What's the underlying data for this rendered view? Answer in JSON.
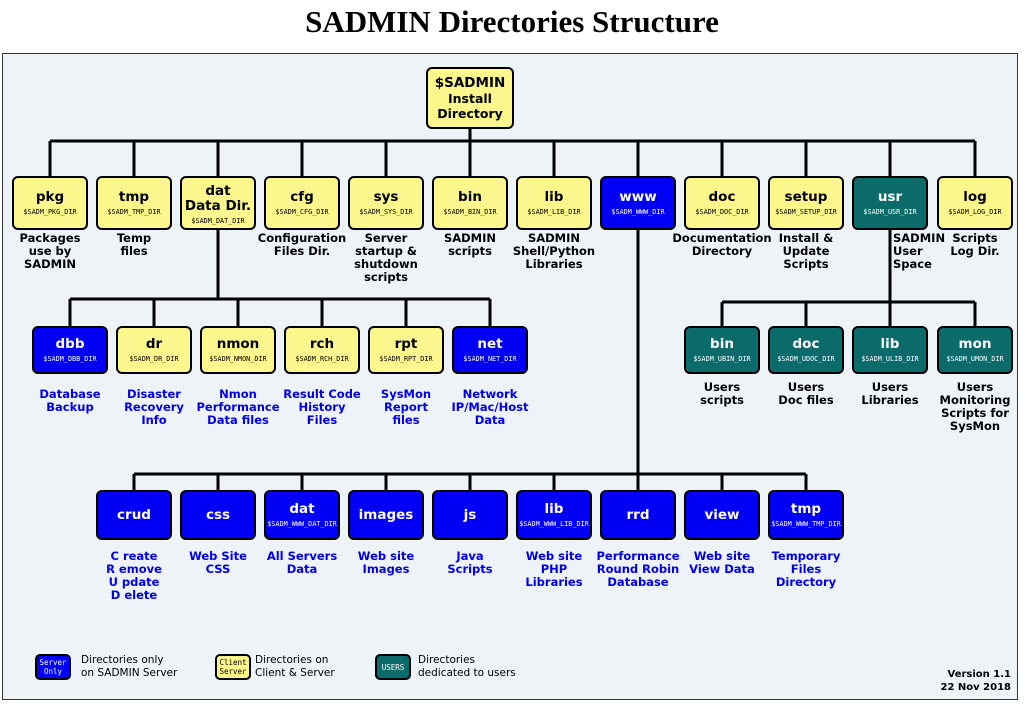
{
  "title": "SADMIN Directories Structure",
  "colors": {
    "client": "#fbf78c",
    "server": "#0000f5",
    "users": "#0b6b6b"
  },
  "root": {
    "line1": "$SADMIN",
    "line2": "Install",
    "line3": "Directory"
  },
  "top_level": [
    {
      "id": "pkg",
      "name": "pkg",
      "var": "$SADM_PKG_DIR",
      "desc": [
        "Packages",
        "use by",
        "SADMIN"
      ],
      "type": "client"
    },
    {
      "id": "tmp",
      "name": "tmp",
      "var": "$SADM_TMP_DIR",
      "desc": [
        "Temp",
        "files"
      ],
      "type": "client"
    },
    {
      "id": "dat",
      "name": "dat",
      "name2": "Data Dir.",
      "var": "$SADM_DAT_DIR",
      "desc": [],
      "type": "client"
    },
    {
      "id": "cfg",
      "name": "cfg",
      "var": "$SADM_CFG_DIR",
      "desc": [
        "Configuration",
        "Files Dir."
      ],
      "type": "client"
    },
    {
      "id": "sys",
      "name": "sys",
      "var": "$SADM_SYS_DIR",
      "desc": [
        "Server",
        "startup &",
        "shutdown",
        "scripts"
      ],
      "type": "client"
    },
    {
      "id": "bin",
      "name": "bin",
      "var": "$SADM_BIN_DIR",
      "desc": [
        "SADMIN",
        "scripts"
      ],
      "type": "client"
    },
    {
      "id": "lib",
      "name": "lib",
      "var": "$SADM_LIB_DIR",
      "desc": [
        "SADMIN",
        "Shell/Python",
        "Libraries"
      ],
      "type": "client"
    },
    {
      "id": "www",
      "name": "www",
      "var": "$SADM_WWW_DIR",
      "desc": [],
      "type": "server"
    },
    {
      "id": "doc",
      "name": "doc",
      "var": "$SADM_DOC_DIR",
      "desc": [
        "Documentation",
        "Directory"
      ],
      "type": "client"
    },
    {
      "id": "setup",
      "name": "setup",
      "var": "$SADM_SETUP_DIR",
      "desc": [
        "Install &",
        "Update",
        "Scripts"
      ],
      "type": "client"
    },
    {
      "id": "usr",
      "name": "usr",
      "var": "$SADM_USR_DIR",
      "desc": [
        "SADMIN",
        "User",
        "Space"
      ],
      "type": "users"
    },
    {
      "id": "log",
      "name": "log",
      "var": "$SADM_LOG_DIR",
      "desc": [
        "Scripts",
        "Log Dir."
      ],
      "type": "client"
    }
  ],
  "dat_children": [
    {
      "id": "dbb",
      "name": "dbb",
      "var": "$SADM_DBB_DIR",
      "desc": [
        "Database",
        "Backup"
      ],
      "type": "server"
    },
    {
      "id": "dr",
      "name": "dr",
      "var": "$SADM_DR_DIR",
      "desc": [
        "Disaster",
        "Recovery",
        "Info"
      ],
      "type": "client"
    },
    {
      "id": "nmon",
      "name": "nmon",
      "var": "$SADM_NMON_DIR",
      "desc": [
        "Nmon",
        "Performance",
        "Data files"
      ],
      "type": "client"
    },
    {
      "id": "rch",
      "name": "rch",
      "var": "$SADM_RCH_DIR",
      "desc": [
        "Result Code",
        "History",
        "Files"
      ],
      "type": "client"
    },
    {
      "id": "rpt",
      "name": "rpt",
      "var": "$SADM_RPT_DIR",
      "desc": [
        "SysMon",
        "Report",
        "files"
      ],
      "type": "client"
    },
    {
      "id": "net",
      "name": "net",
      "var": "$SADM_NET_DIR",
      "desc": [
        "Network",
        "IP/Mac/Host",
        "Data"
      ],
      "type": "server"
    }
  ],
  "usr_children": [
    {
      "id": "ubin",
      "name": "bin",
      "var": "$SADM_UBIN_DIR",
      "desc": [
        "Users",
        "scripts"
      ],
      "type": "users"
    },
    {
      "id": "udoc",
      "name": "doc",
      "var": "$SADM_UDOC_DIR",
      "desc": [
        "Users",
        "Doc files"
      ],
      "type": "users"
    },
    {
      "id": "ulib",
      "name": "lib",
      "var": "$SADM_ULIB_DIR",
      "desc": [
        "Users",
        "Libraries"
      ],
      "type": "users"
    },
    {
      "id": "umon",
      "name": "mon",
      "var": "$SADM_UMON_DIR",
      "desc": [
        "Users",
        "Monitoring",
        "Scripts for",
        "SysMon"
      ],
      "type": "users"
    }
  ],
  "www_children": [
    {
      "id": "crud",
      "name": "crud",
      "var": "",
      "desc": [
        "C reate",
        "R emove",
        "U pdate",
        "D elete"
      ],
      "type": "server"
    },
    {
      "id": "css",
      "name": "css",
      "var": "",
      "desc": [
        "Web Site",
        "CSS"
      ],
      "type": "server"
    },
    {
      "id": "wdat",
      "name": "dat",
      "var": "$SADM_WWW_DAT_DIR",
      "desc": [
        "All Servers",
        "Data"
      ],
      "type": "server"
    },
    {
      "id": "images",
      "name": "images",
      "var": "",
      "desc": [
        "Web site",
        "Images"
      ],
      "type": "server"
    },
    {
      "id": "js",
      "name": "js",
      "var": "",
      "desc": [
        "Java",
        "Scripts"
      ],
      "type": "server"
    },
    {
      "id": "wlib",
      "name": "lib",
      "var": "$SADM_WWW_LIB_DIR",
      "desc": [
        "Web site",
        "PHP",
        "Libraries"
      ],
      "type": "server"
    },
    {
      "id": "rrd",
      "name": "rrd",
      "var": "",
      "desc": [
        "Performance",
        "Round Robin",
        "Database"
      ],
      "type": "server"
    },
    {
      "id": "view",
      "name": "view",
      "var": "",
      "desc": [
        "Web site",
        "View Data"
      ],
      "type": "server"
    },
    {
      "id": "wtmp",
      "name": "tmp",
      "var": "$SADM_WWW_TMP_DIR",
      "desc": [
        "Temporary",
        "Files",
        "Directory"
      ],
      "type": "server"
    }
  ],
  "legend": [
    {
      "id": "server",
      "box": [
        "Server",
        "Only"
      ],
      "text": [
        "Directories only",
        "on SADMIN Server"
      ],
      "type": "server"
    },
    {
      "id": "client",
      "box": [
        "Client",
        "Server"
      ],
      "text": [
        "Directories on",
        "Client & Server"
      ],
      "type": "client"
    },
    {
      "id": "users",
      "box": [
        "USERS"
      ],
      "text": [
        "Directories",
        "dedicated to users"
      ],
      "type": "users"
    }
  ],
  "version": {
    "line1": "Version 1.1",
    "line2": "22 Nov 2018"
  }
}
